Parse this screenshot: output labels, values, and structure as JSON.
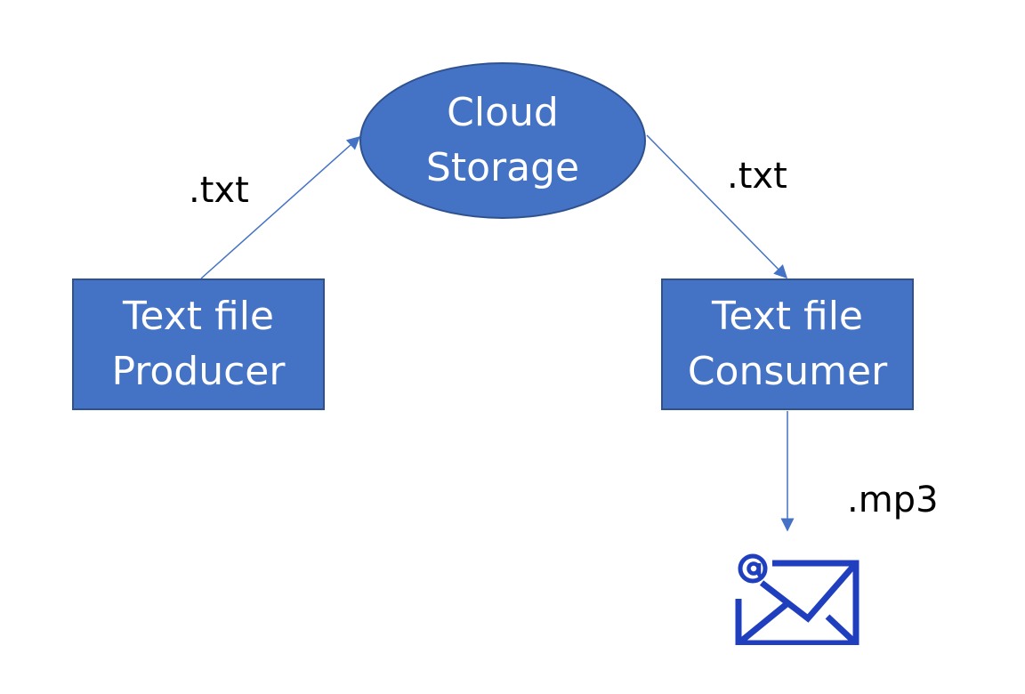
{
  "nodes": {
    "cloud": {
      "line1": "Cloud",
      "line2": "Storage"
    },
    "producer": {
      "line1": "Text file",
      "line2": "Producer"
    },
    "consumer": {
      "line1": "Text file",
      "line2": "Consumer"
    }
  },
  "edges": {
    "producer_to_cloud": ".txt",
    "cloud_to_consumer": ".txt",
    "consumer_to_email": ".mp3"
  },
  "icons": {
    "email": "email-at-icon"
  },
  "colors": {
    "node_fill": "#4472c4",
    "node_border": "#2f528f",
    "arrow": "#4472c4",
    "icon": "#1f3fbf"
  }
}
